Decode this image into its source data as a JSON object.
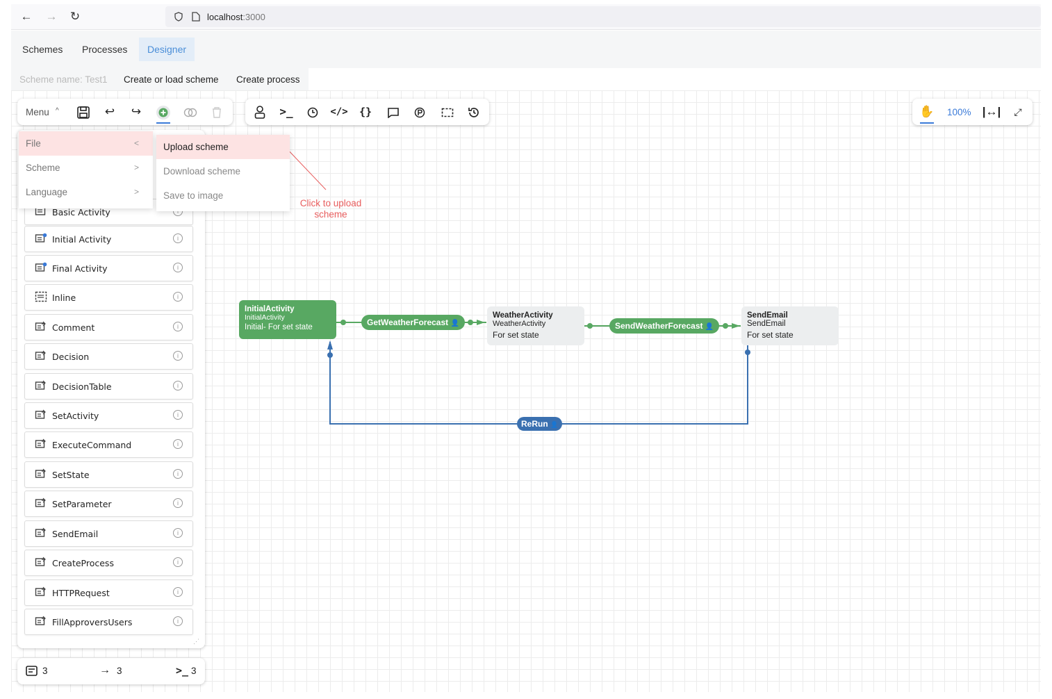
{
  "browser": {
    "url_host": "localhost",
    "url_port": ":3000"
  },
  "app_nav": {
    "tabs": [
      "Schemes",
      "Processes",
      "Designer"
    ],
    "active_tab": "Designer"
  },
  "scheme_bar": {
    "scheme_name": "Scheme name: Test1",
    "create_or_load": "Create or load scheme",
    "create_process": "Create process"
  },
  "toolbar": {
    "menu_label": "Menu"
  },
  "zoom": {
    "level": "100%"
  },
  "menu": {
    "items": [
      {
        "label": "File",
        "chevron": "<"
      },
      {
        "label": "Scheme",
        "chevron": ">"
      },
      {
        "label": "Language",
        "chevron": ">"
      }
    ],
    "file_submenu": [
      "Upload scheme",
      "Download scheme",
      "Save to image"
    ]
  },
  "annotation": {
    "line1": "Click to upload",
    "line2": "scheme",
    "color": "#e85d5d"
  },
  "palette": {
    "items": [
      "Basic Activity",
      "Initial Activity",
      "Final Activity",
      "Inline",
      "Comment",
      "Decision",
      "DecisionTable",
      "SetActivity",
      "ExecuteCommand",
      "SetState",
      "SetParameter",
      "SendEmail",
      "CreateProcess",
      "HTTPRequest",
      "FillApproversUsers"
    ]
  },
  "counters": {
    "activities": "3",
    "transitions": "3",
    "commands": "3"
  },
  "diagram": {
    "colors": {
      "green": "#58a862",
      "blue": "#3a70b0",
      "grey_node": "#eceeef"
    },
    "activities": [
      {
        "name": "InitialActivity",
        "state": "InitialActivity",
        "note": "Initial- For set state"
      },
      {
        "name": "WeatherActivity",
        "state": "WeatherActivity",
        "note": "For set state"
      },
      {
        "name": "SendEmail",
        "state": "SendEmail",
        "note": "For set state"
      }
    ],
    "transitions": [
      "GetWeatherForecast",
      "SendWeatherForecast",
      "ReRun"
    ]
  }
}
